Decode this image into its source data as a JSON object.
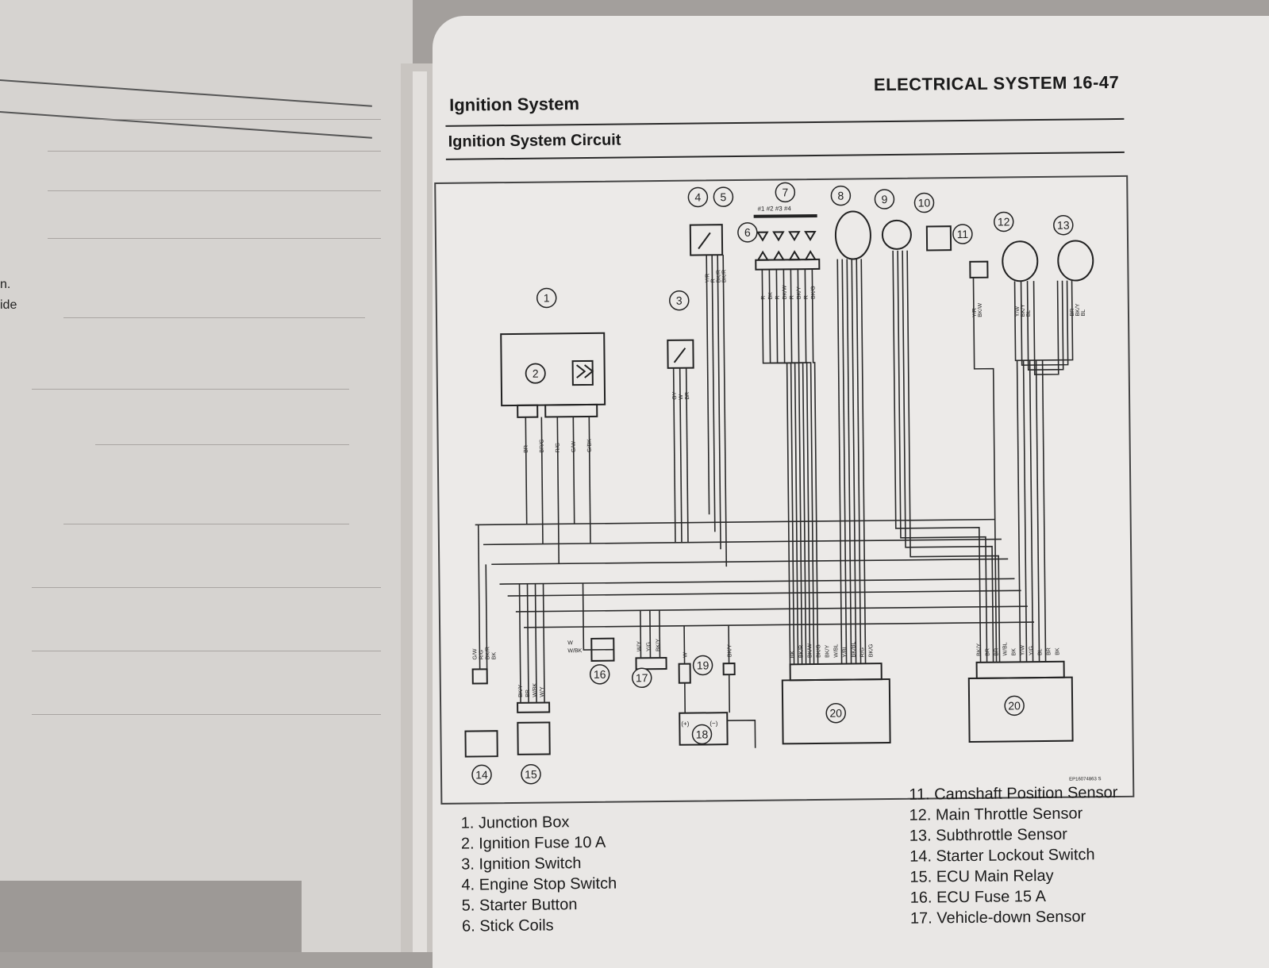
{
  "left_page": {
    "edge_text": [
      "n.",
      "ide"
    ]
  },
  "header": {
    "section": "Ignition System",
    "chapter": "ELECTRICAL SYSTEM 16-47"
  },
  "subsection": "Ignition System Circuit",
  "diagram": {
    "callouts": [
      "1",
      "2",
      "3",
      "4",
      "5",
      "6",
      "7",
      "8",
      "9",
      "10",
      "11",
      "12",
      "13",
      "14",
      "15",
      "16",
      "17",
      "18",
      "19",
      "20",
      "20"
    ],
    "coil_labels": [
      "#1",
      "#2",
      "#3",
      "#4"
    ],
    "wire_labels": {
      "junction_box": [
        "BR",
        "BR/G",
        "R/G",
        "G/W",
        "G/BK"
      ],
      "ignition_switch": [
        "GY",
        "W",
        "BR"
      ],
      "stop_switch": [
        "Y/R",
        "R",
        "BK/R",
        "BK/R"
      ],
      "coils": [
        "R",
        "BK",
        "R",
        "BK/W",
        "R",
        "BK/Y",
        "R",
        "BK/G"
      ],
      "camshaft": [
        "Y/R",
        "BK/W"
      ],
      "throttle_main": [
        "Y/W",
        "BK/Y",
        "BL"
      ],
      "throttle_sub": [
        "BR",
        "BK/Y",
        "BL"
      ],
      "starter_lockout": [
        "G/W",
        "R/G",
        "BK/R",
        "BK"
      ],
      "ecu_relay": [
        "BK/Y",
        "BR",
        "W/BK",
        "W/Y"
      ],
      "fuse": [
        "W",
        "W/BK"
      ],
      "vehicle_down": [
        "W/Y",
        "Y/G",
        "BK/Y"
      ],
      "battery": [
        "W",
        "BK/Y"
      ],
      "ecu_left": [
        "BK",
        "BK/R",
        "BK/W",
        "BK/G",
        "BK/Y",
        "W/BL",
        "Y/BL",
        "BK/BL",
        "R/G",
        "BK/G"
      ],
      "ecu_right": [
        "BK/Y",
        "BR",
        "BR",
        "W/BL",
        "BK",
        "Y/W",
        "Y/G",
        "BL",
        "BR",
        "BK"
      ]
    },
    "battery_terminals": [
      "(+)",
      "(−)"
    ],
    "code": "EP16074863 S"
  },
  "legend_left": [
    "1. Junction Box",
    "2. Ignition Fuse 10 A",
    "3. Ignition Switch",
    "4. Engine Stop Switch",
    "5. Starter Button",
    "6. Stick Coils"
  ],
  "legend_right": [
    "11. Camshaft Position Sensor",
    "12. Main Throttle Sensor",
    "13. Subthrottle Sensor",
    "14. Starter Lockout Switch",
    "15. ECU Main Relay",
    "16. ECU Fuse 15 A",
    "17. Vehicle-down Sensor"
  ]
}
